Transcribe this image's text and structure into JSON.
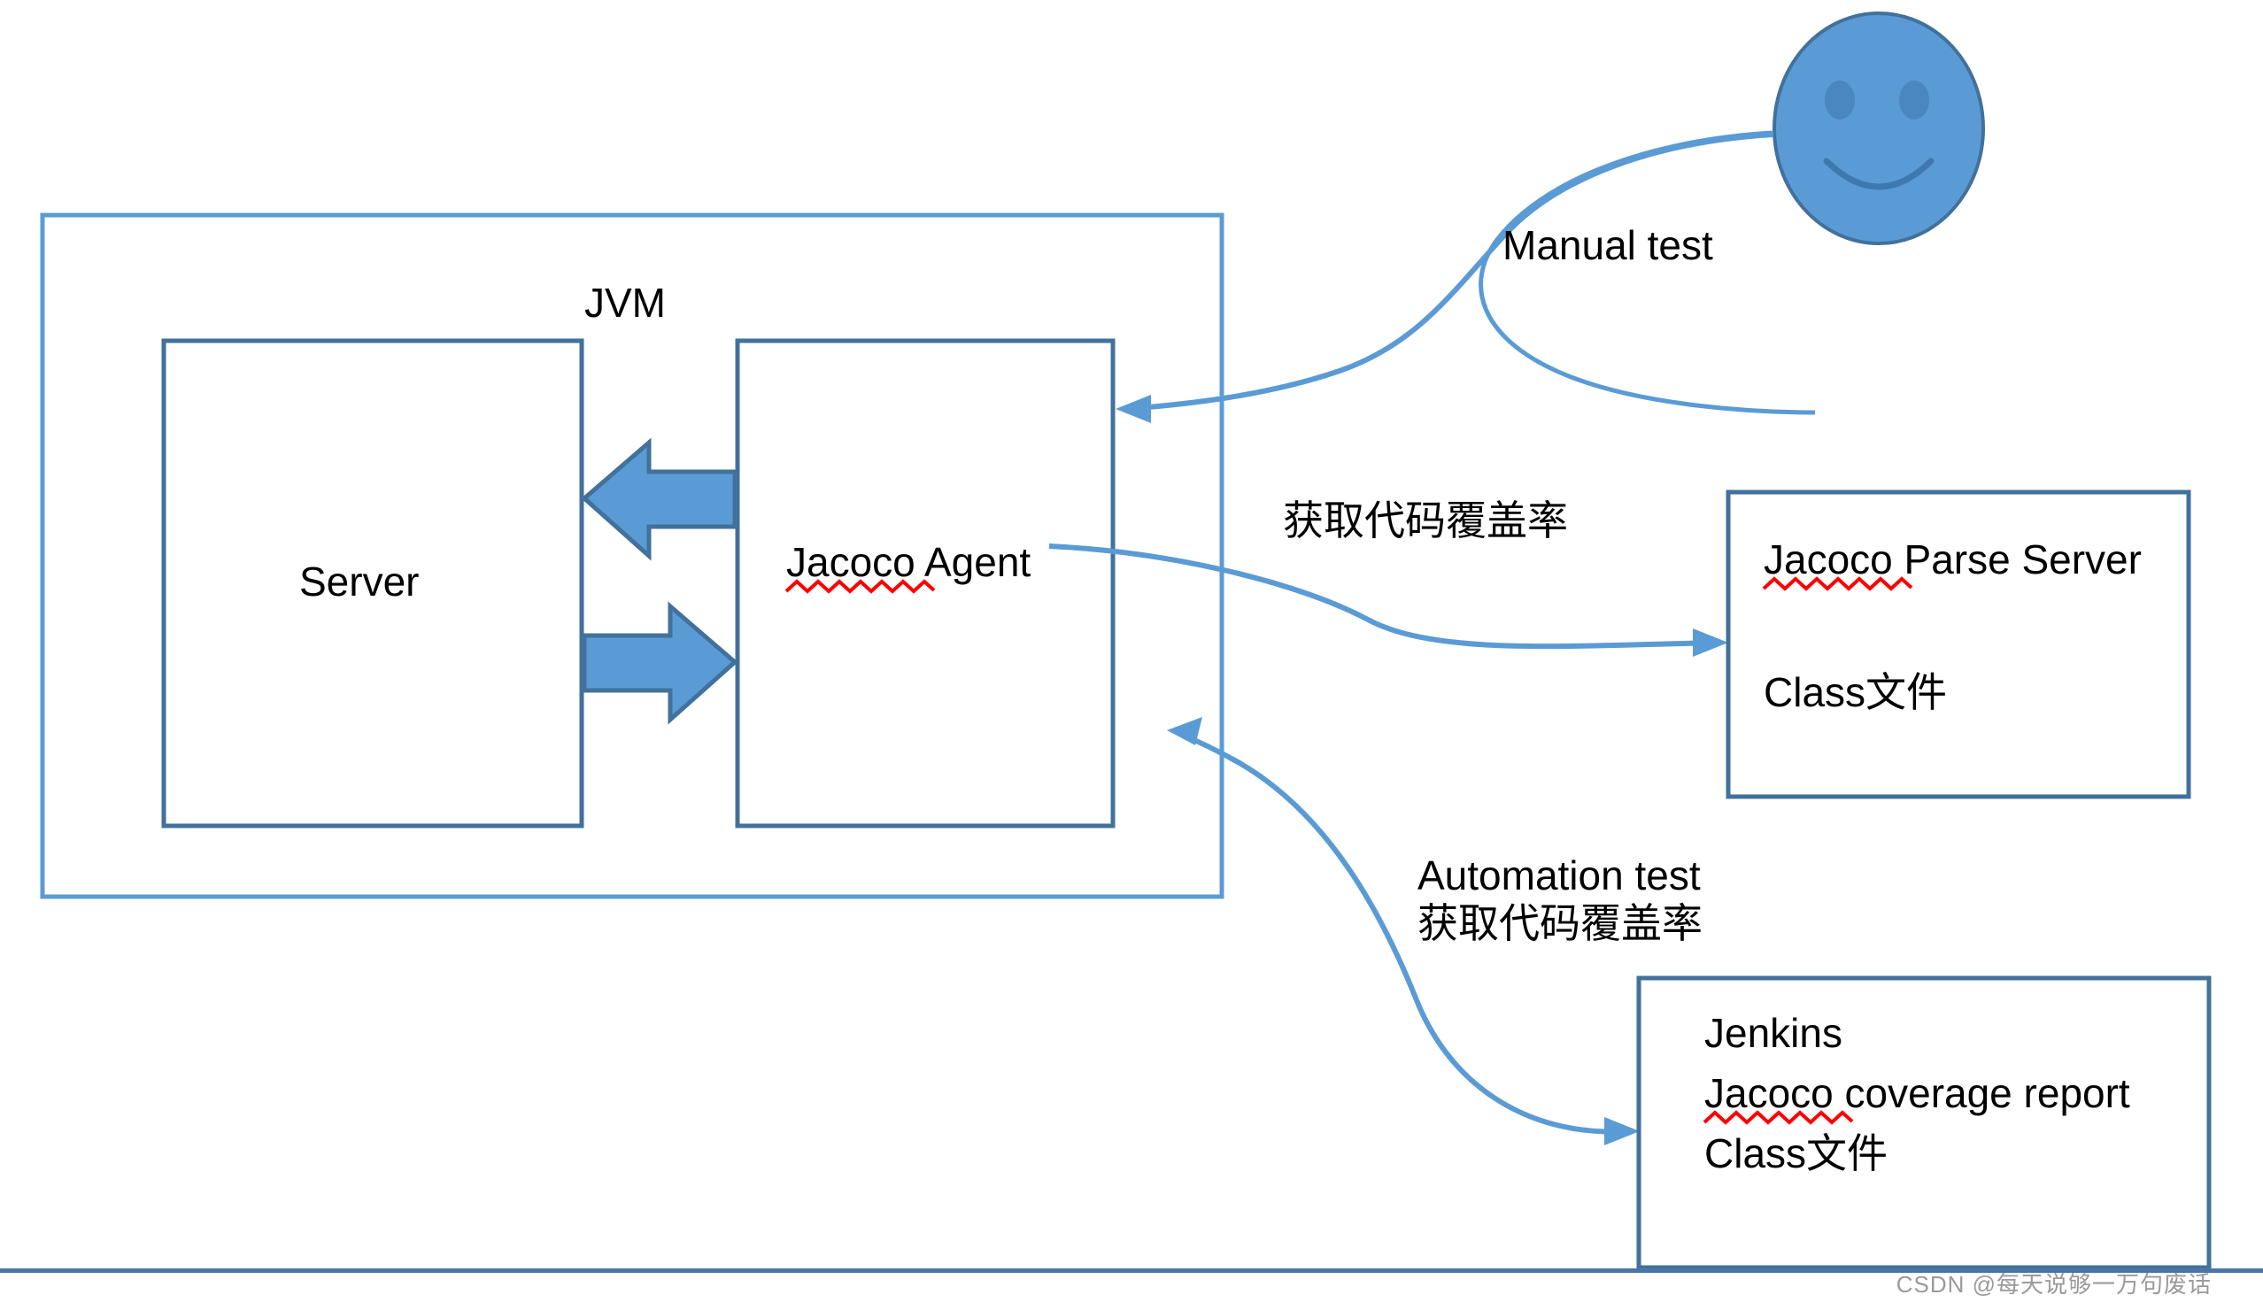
{
  "diagram": {
    "title": "JaCoCo code coverage architecture diagram",
    "colors": {
      "outer_box_border": "#5B9BD5",
      "inner_box_border": "#41719C",
      "arrow_fill": "#5B9BD5",
      "arrow_stroke": "#41719C",
      "connector_line": "#5B9BD5",
      "face_fill": "#5B9BD5",
      "face_stroke": "#41719C",
      "eye_fill": "#4A86C0",
      "spellcheck_underline": "#FF0000",
      "text": "#000000",
      "watermark": "#9A9A9A"
    },
    "jvm_box": {
      "label": "JVM",
      "server_box": {
        "label": "Server"
      },
      "agent_box": {
        "label": "Jacoco Agent",
        "misspelled_word": "Jacoco"
      }
    },
    "actor": {
      "name": "smiley-face-tester",
      "edge_label": "Manual test"
    },
    "edges": [
      {
        "name": "manual-test-edge",
        "label": "Manual test",
        "from": "tester",
        "to": "Jacoco Agent"
      },
      {
        "name": "coverage-fetch-edge",
        "label": "获取代码覆盖率",
        "from": "Jacoco Agent",
        "to": "Jacoco Parse Server"
      },
      {
        "name": "automation-edge",
        "label_line1": "Automation test",
        "label_line2": "获取代码覆盖率",
        "from": "Jenkins",
        "to": "Jacoco Agent"
      }
    ],
    "parse_server_box": {
      "name": "jacoco-parse-server-box",
      "line1": "Jacoco Parse Server",
      "line2": "Class文件",
      "misspelled_word": "Jacoco"
    },
    "jenkins_box": {
      "name": "jenkins-box",
      "line1": "Jenkins",
      "line2": "Jacoco coverage report",
      "line3": "Class文件",
      "misspelled_word": "Jacoco"
    }
  },
  "watermark": {
    "text": "CSDN @每天说够一万句废话"
  }
}
